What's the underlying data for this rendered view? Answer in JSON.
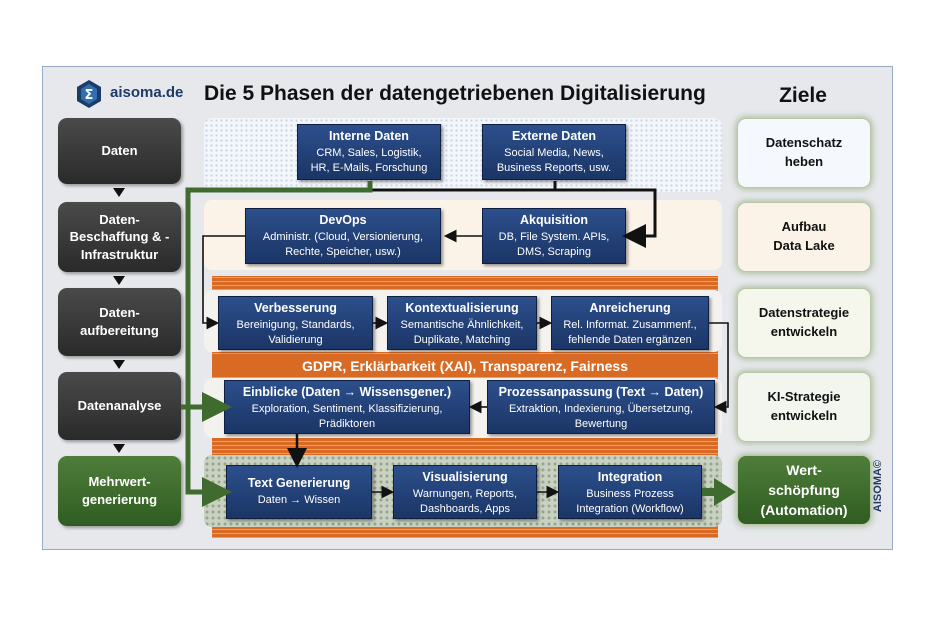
{
  "logo": {
    "text": "aisoma.de",
    "icon": "hexagon-sigma-icon"
  },
  "title": "Die 5 Phasen der datengetriebenen Digitalisierung",
  "goals_title": "Ziele",
  "phases": [
    {
      "label": "Daten"
    },
    {
      "label": "Daten-\nBeschaffung & -\nInfrastruktur"
    },
    {
      "label": "Daten-\naufbereitung"
    },
    {
      "label": "Datenanalyse"
    },
    {
      "label": "Mehrwert-\ngenerierung"
    }
  ],
  "boxes": {
    "interne": {
      "title": "Interne Daten",
      "desc": "CRM, Sales, Logistik,\nHR, E-Mails, Forschung"
    },
    "externe": {
      "title": "Externe Daten",
      "desc": "Social Media, News,\nBusiness Reports, usw."
    },
    "devops": {
      "title": "DevOps",
      "desc": "Administr. (Cloud, Versionierung,\nRechte, Speicher, usw.)"
    },
    "akquisition": {
      "title": "Akquisition",
      "desc": "DB, File System. APIs,\nDMS, Scraping"
    },
    "verbesserung": {
      "title": "Verbesserung",
      "desc": "Bereinigung, Standards,\nValidierung"
    },
    "kontext": {
      "title": "Kontextualisierung",
      "desc": "Semantische Ähnlichkeit,\nDuplikate, Matching"
    },
    "anreicherung": {
      "title": "Anreicherung",
      "desc": "Rel. Informat. Zusammenf.,\nfehlende Daten ergänzen"
    },
    "einblicke": {
      "title": "Einblicke (Daten → Wissensgener.)",
      "desc": "Exploration, Sentiment, Klassifizierung,\nPrädiktoren"
    },
    "prozess": {
      "title": "Prozessanpassung (Text → Daten)",
      "desc": "Extraktion, Indexierung, Übersetzung,\nBewertung"
    },
    "textgen": {
      "title": "Text Generierung",
      "desc": "Daten → Wissen"
    },
    "visual": {
      "title": "Visualisierung",
      "desc": "Warnungen, Reports,\nDashboards, Apps"
    },
    "integration": {
      "title": "Integration",
      "desc": "Business Prozess\nIntegration (Workflow)"
    }
  },
  "gdpr_banner": "GDPR, Erklärbarkeit (XAI), Transparenz, Fairness",
  "goals": [
    {
      "label": "Datenschatz\nheben"
    },
    {
      "label": "Aufbau\nData Lake"
    },
    {
      "label": "Datenstrategie\nentwickeln"
    },
    {
      "label": "KI-Strategie\nentwickeln"
    },
    {
      "label": "Wert-\nschöpfung\n(Automation)"
    }
  ],
  "copyright": "AISOMA©",
  "colors": {
    "box_blue": "#1f3d73",
    "phase_dark": "#333333",
    "phase_green": "#3f6b2e",
    "orange": "#d96a24",
    "arrow_green": "#3f6b2e"
  }
}
